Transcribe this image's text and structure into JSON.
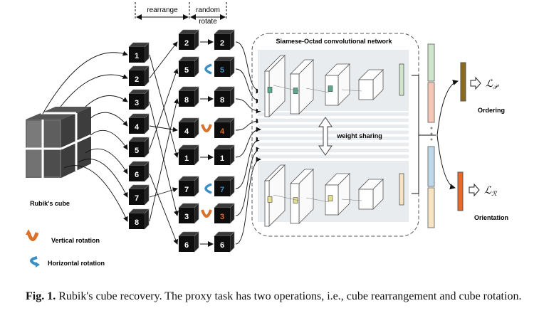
{
  "header": {
    "rearrange": "rearrange",
    "random": "random",
    "rotate": "rotate"
  },
  "network": {
    "title": "Siamese-Octad convolutional network",
    "weight_sharing": "weight sharing"
  },
  "cube_label": "Rubik's cube",
  "legend": {
    "vertical": "Vertical rotation",
    "horizontal": "Horizontal rotation"
  },
  "outputs": {
    "ordering": "Ordering",
    "orientation": "Orientation",
    "loss_p": "ℒ",
    "loss_p_sub": "𝒫",
    "loss_r": "ℒ",
    "loss_r_sub": "ℛ"
  },
  "columns": {
    "col1": [
      "1",
      "2",
      "3",
      "4",
      "5",
      "6",
      "7",
      "8"
    ],
    "col2": [
      "2",
      "5",
      "8",
      "4",
      "1",
      "7",
      "3",
      "6"
    ],
    "col3": [
      "2",
      "5",
      "8",
      "4",
      "1",
      "7",
      "3",
      "6"
    ]
  },
  "caption": {
    "label": "Fig. 1.",
    "text": " Rubik's cube recovery. The proxy task has two operations, i.e., cube rearrangement and cube rotation."
  },
  "colors": {
    "vertical_arrow": "#d9722b",
    "horizontal_arrow": "#3a8fc4",
    "panel": "#e9ecef",
    "feat_green": "#cfe5c9",
    "feat_pink": "#f4c6b3",
    "feat_blue": "#bcd8ea",
    "feat_yellow": "#f5e3c1",
    "out_ordering": "#8a6a1f",
    "out_orientation": "#e8692a"
  }
}
